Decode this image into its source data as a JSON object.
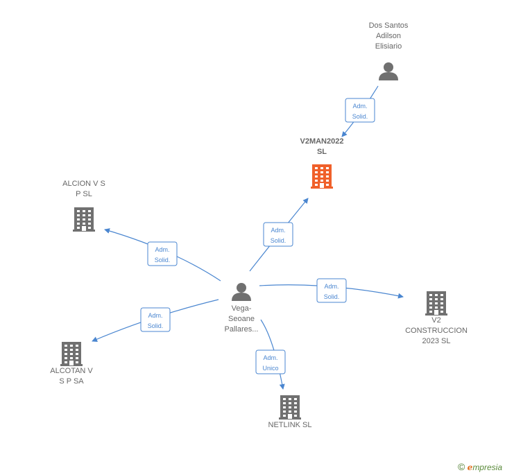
{
  "nodes": [
    {
      "id": "dos-santos",
      "kind": "person",
      "lines": [
        "Dos Santos",
        "Adilson",
        "Elisiario"
      ],
      "color": "#707070"
    },
    {
      "id": "v2man",
      "kind": "company",
      "lines": [
        "V2MAN2022",
        "SL"
      ],
      "color": "#f0602a",
      "main": true
    },
    {
      "id": "alcion",
      "kind": "company",
      "lines": [
        "ALCION V S",
        "P  SL"
      ],
      "color": "#707070"
    },
    {
      "id": "vega",
      "kind": "person",
      "lines": [
        "Vega-",
        "Seoane",
        "Pallares..."
      ],
      "color": "#707070"
    },
    {
      "id": "v2construccion",
      "kind": "company",
      "lines": [
        "V2",
        "CONSTRUCCION",
        "2023  SL"
      ],
      "color": "#707070"
    },
    {
      "id": "alcotan",
      "kind": "company",
      "lines": [
        "ALCOTAN V",
        "S P SA"
      ],
      "color": "#707070"
    },
    {
      "id": "netlink",
      "kind": "company",
      "lines": [
        "NETLINK SL"
      ],
      "color": "#707070"
    }
  ],
  "edges": [
    {
      "from": "dos-santos",
      "to": "v2man",
      "label": [
        "Adm.",
        "Solid."
      ]
    },
    {
      "from": "vega",
      "to": "v2man",
      "label": [
        "Adm.",
        "Solid."
      ]
    },
    {
      "from": "vega",
      "to": "alcion",
      "label": [
        "Adm.",
        "Solid."
      ]
    },
    {
      "from": "vega",
      "to": "v2construccion",
      "label": [
        "Adm.",
        "Solid."
      ]
    },
    {
      "from": "vega",
      "to": "alcotan",
      "label": [
        "Adm.",
        "Solid."
      ]
    },
    {
      "from": "vega",
      "to": "netlink",
      "label": [
        "Adm.",
        "Unico"
      ]
    }
  ],
  "footer": {
    "copyright": "©",
    "brand_initial": "e",
    "brand_rest": "mpresia"
  }
}
